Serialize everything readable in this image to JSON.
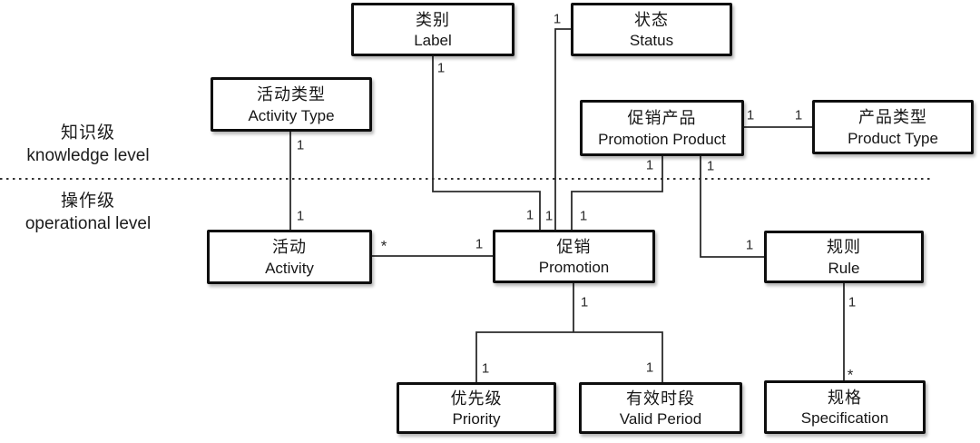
{
  "diagram": {
    "levels": {
      "knowledge": {
        "zh": "知识级",
        "en": "knowledge level"
      },
      "operational": {
        "zh": "操作级",
        "en": "operational level"
      }
    },
    "boxes": [
      {
        "id": "label",
        "zh": "类别",
        "en": "Label"
      },
      {
        "id": "status",
        "zh": "状态",
        "en": "Status"
      },
      {
        "id": "activity_type",
        "zh": "活动类型",
        "en": "Activity Type"
      },
      {
        "id": "promotion_product",
        "zh": "促销产品",
        "en": "Promotion Product"
      },
      {
        "id": "product_type",
        "zh": "产品类型",
        "en": "Product Type"
      },
      {
        "id": "activity",
        "zh": "活动",
        "en": "Activity"
      },
      {
        "id": "promotion",
        "zh": "促销",
        "en": "Promotion"
      },
      {
        "id": "rule",
        "zh": "规则",
        "en": "Rule"
      },
      {
        "id": "priority",
        "zh": "优先级",
        "en": "Priority"
      },
      {
        "id": "valid_period",
        "zh": "有效时段",
        "en": "Valid Period"
      },
      {
        "id": "specification",
        "zh": "规格",
        "en": "Specification"
      }
    ],
    "edges": [
      {
        "from": "label",
        "to": "promotion",
        "from_mult": "1",
        "to_mult": "1"
      },
      {
        "from": "status",
        "to": "promotion",
        "from_mult": "1",
        "to_mult": "1"
      },
      {
        "from": "activity_type",
        "to": "activity",
        "from_mult": "1",
        "to_mult": "1"
      },
      {
        "from": "promotion_product",
        "to": "promotion",
        "from_mult": "1",
        "to_mult": "1"
      },
      {
        "from": "promotion_product",
        "to": "rule",
        "from_mult": "1",
        "to_mult": "1"
      },
      {
        "from": "promotion_product",
        "to": "product_type",
        "from_mult": "1",
        "to_mult": "1"
      },
      {
        "from": "activity",
        "to": "promotion",
        "from_mult": "*",
        "to_mult": "1"
      },
      {
        "from": "promotion",
        "to": "priority",
        "from_mult": "1",
        "to_mult": "1"
      },
      {
        "from": "promotion",
        "to": "valid_period",
        "from_mult": "1",
        "to_mult": "1"
      },
      {
        "from": "rule",
        "to": "specification",
        "from_mult": "1",
        "to_mult": "*"
      }
    ],
    "multiplicities": [
      {
        "value": "1",
        "at": "label-bottom"
      },
      {
        "value": "1",
        "at": "status-left"
      },
      {
        "value": "1",
        "at": "activity-type-bottom"
      },
      {
        "value": "1",
        "at": "activity-top"
      },
      {
        "value": "1",
        "at": "promotion-top-from-label"
      },
      {
        "value": "1",
        "at": "promotion-top-from-status"
      },
      {
        "value": "1",
        "at": "promotion-top-from-promotion-product"
      },
      {
        "value": "1",
        "at": "promotion-product-bottom-left"
      },
      {
        "value": "1",
        "at": "promotion-product-bottom-right"
      },
      {
        "value": "1",
        "at": "promotion-product-right"
      },
      {
        "value": "1",
        "at": "product-type-left"
      },
      {
        "value": "1",
        "at": "promotion-left"
      },
      {
        "value": "1",
        "at": "rule-left"
      },
      {
        "value": "1",
        "at": "promotion-bottom"
      },
      {
        "value": "1",
        "at": "priority-top"
      },
      {
        "value": "1",
        "at": "valid-period-top"
      },
      {
        "value": "1",
        "at": "rule-bottom"
      },
      {
        "value": "*",
        "at": "activity-right"
      },
      {
        "value": "*",
        "at": "specification-top"
      }
    ],
    "colors": {
      "background": "#ffffff",
      "box_border": "#0e0e0e",
      "line": "#2b2b2b",
      "text": "#161616"
    }
  }
}
